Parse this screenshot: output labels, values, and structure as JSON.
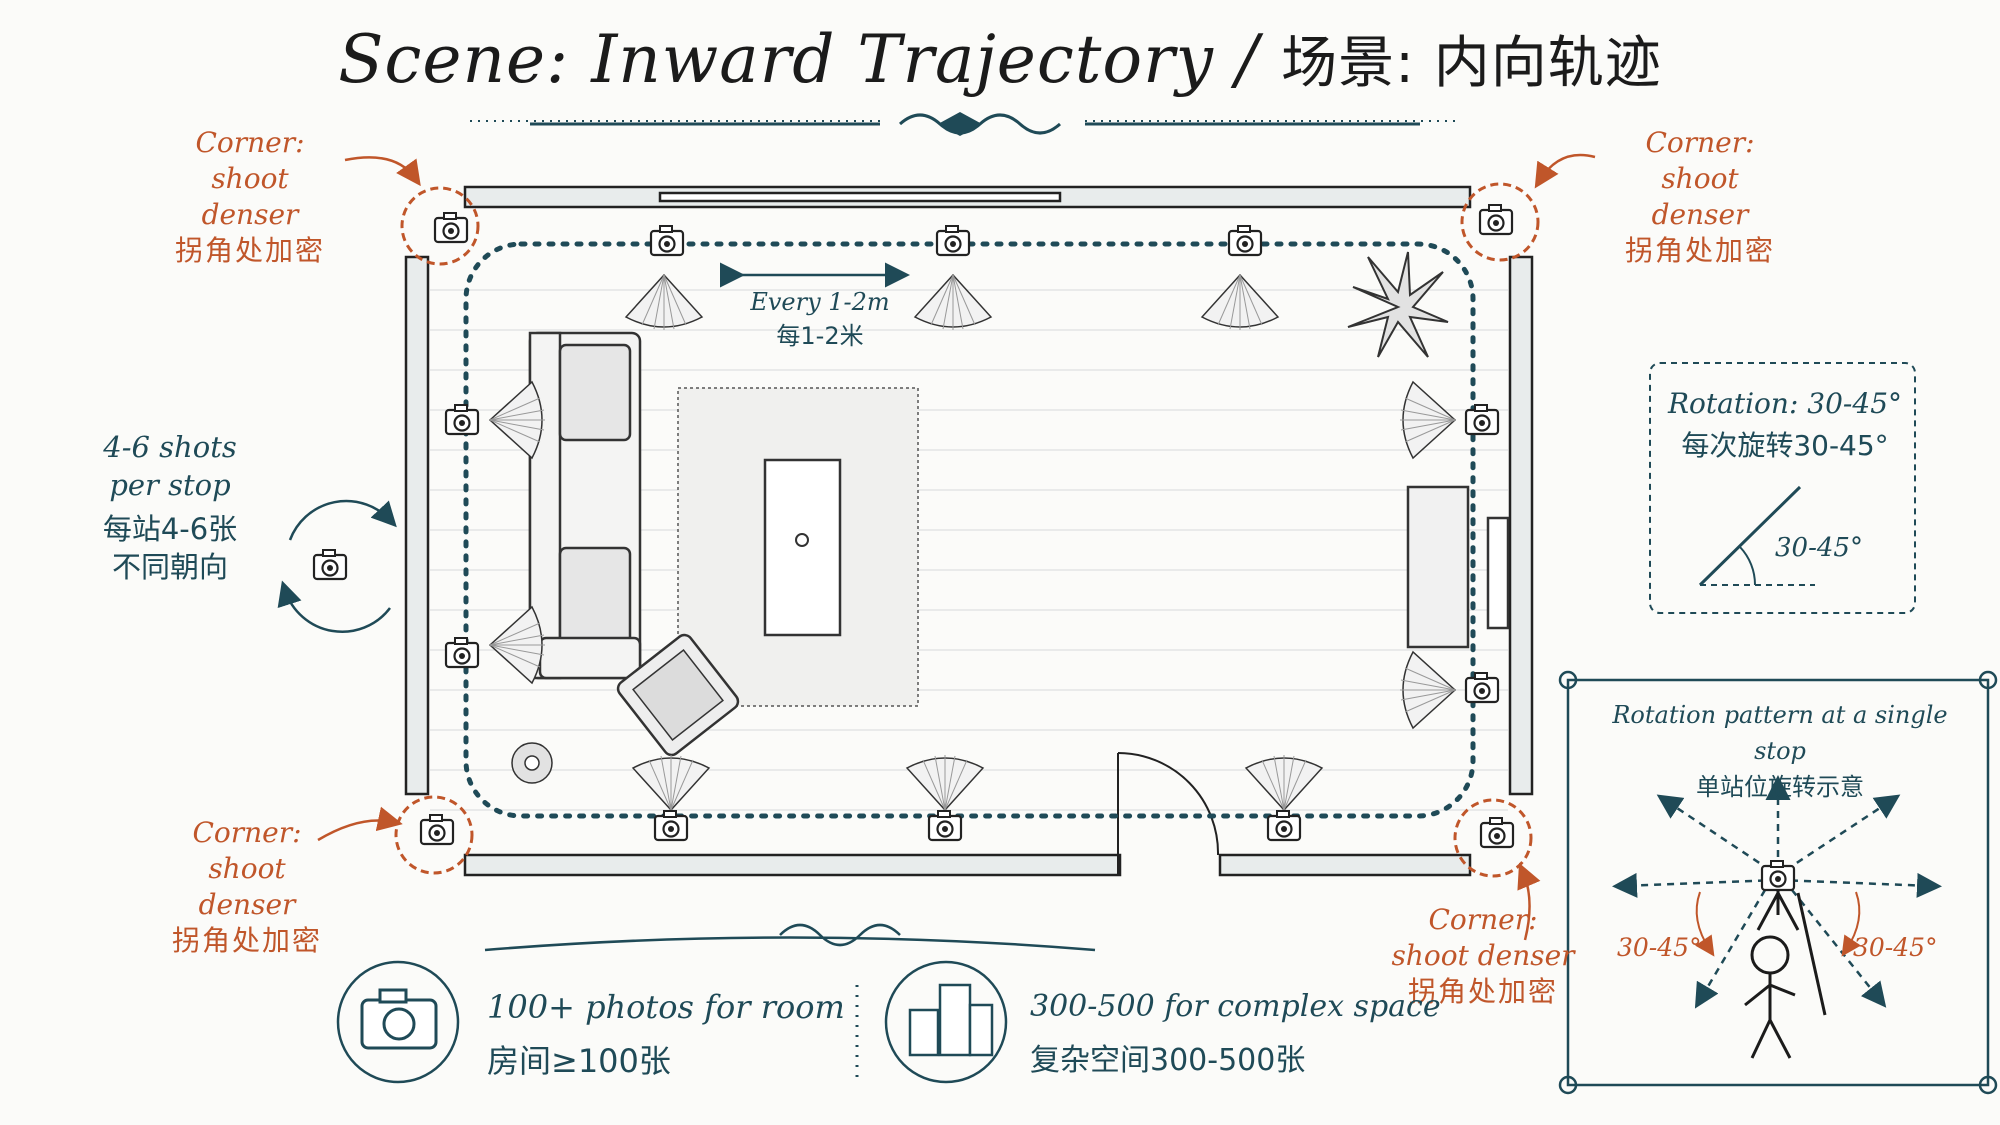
{
  "title": {
    "en": "Scene: Inward Trajectory",
    "sep": " / ",
    "cn": "场景: 内向轨迹"
  },
  "corners": {
    "top_left": {
      "en1": "Corner:",
      "en2": "shoot denser",
      "cn": "拐角处加密"
    },
    "top_right": {
      "en1": "Corner:",
      "en2": "shoot denser",
      "cn": "拐角处加密"
    },
    "bottom_left": {
      "en1": "Corner:",
      "en2": "shoot denser",
      "cn": "拐角处加密"
    },
    "bottom_right": {
      "en1": "Corner:",
      "en2": "shoot denser",
      "cn": "拐角处加密"
    }
  },
  "spacing": {
    "en": "Every 1-2m",
    "cn": "每1-2米"
  },
  "shots_per_stop": {
    "en1": "4-6 shots",
    "en2": "per stop",
    "cn1": "每站4-6张",
    "cn2": "不同朝向"
  },
  "rotation_box": {
    "en": "Rotation: 30-45°",
    "cn": "每次旋转30-45°",
    "angle": "30-45°"
  },
  "single_stop_panel": {
    "en": "Rotation pattern at a single stop",
    "cn": "单站位旋转示意",
    "left_angle": "30-45°",
    "right_angle": "30-45°"
  },
  "footer": {
    "room_en": "100+ photos for room",
    "room_cn": "房间≥100张",
    "complex_en": "300-500 for complex space",
    "complex_cn": "复杂空间300-500张"
  },
  "colors": {
    "accent_orange": "#c0562a",
    "teal": "#1f4a57",
    "ink": "#1b1b1b",
    "paper": "#fbfbf9"
  },
  "icons": [
    "camera-icon",
    "buildings-icon",
    "rotate-arrows-icon",
    "stick-figure-icon",
    "plant-icon",
    "ornament-icon"
  ]
}
